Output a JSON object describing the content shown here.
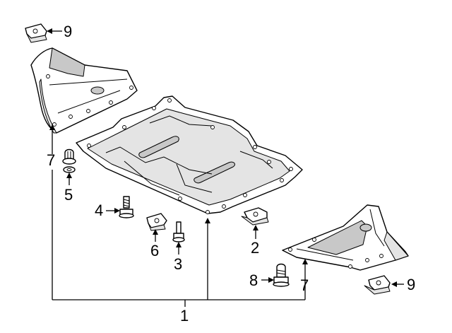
{
  "callouts": {
    "c1": "1",
    "c2": "2",
    "c3": "3",
    "c4": "4",
    "c5": "5",
    "c6": "6",
    "c7_left": "7",
    "c7_right": "7",
    "c8": "8",
    "c9_top": "9",
    "c9_bottom": "9"
  }
}
